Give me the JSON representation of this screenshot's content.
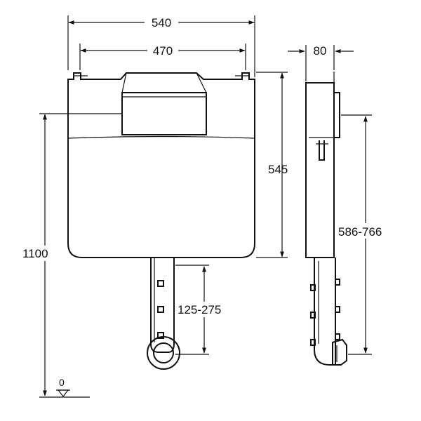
{
  "dimensions": {
    "frame_width": "540",
    "tank_width": "470",
    "depth": "80",
    "tank_height": "545",
    "total_height": "1100",
    "outlet_range": "125-275",
    "flush_range": "586-766",
    "floor_level": "0"
  }
}
